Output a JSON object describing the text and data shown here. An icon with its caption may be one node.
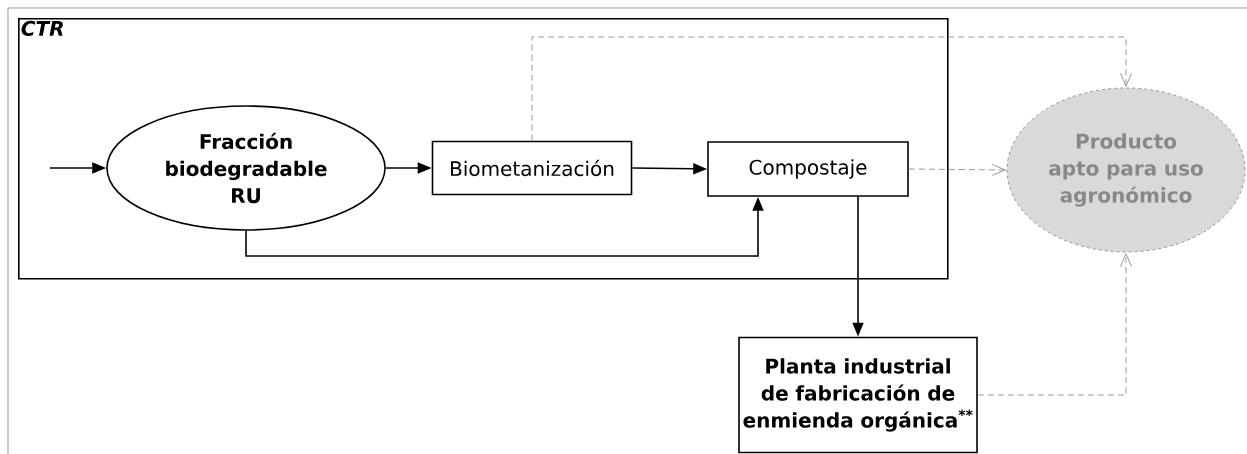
{
  "diagram": {
    "nodes": [
      {
        "text": [
          "CTR"
        ]
      },
      {
        "text": [
          "Fracción biodegradable RU"
        ],
        "in": 0
      },
      {
        "text": [
          "Biometanización"
        ],
        "in": 0
      },
      {
        "text": [
          "Compostaje"
        ],
        "in": 0
      },
      {
        "text": [
          "Producto apto para uso agronómico"
        ]
      },
      {
        "text": [
          "Planta industrial de fabricación de enmienda orgánica$^{**}$"
        ]
      }
    ],
    "edges": [
      {
        "from": null,
        "to": 1,
        "arrow": "to"
      },
      {
        "from": 1,
        "to": 2,
        "arrow": "to"
      },
      {
        "from": 2,
        "to": 3,
        "arrow": "to"
      },
      {
        "from": 1,
        "to": 3,
        "arrow": "to"
      },
      {
        "from": 3,
        "to": 5,
        "arrow": "to"
      },
      {
        "from": 2,
        "to": 4,
        "arrow": "to",
        "style": "dashed",
        "color": "#999999"
      },
      {
        "from": 3,
        "to": 4,
        "arrow": "to",
        "style": "dashed",
        "color": "#999999"
      },
      {
        "from": 5,
        "to": 4,
        "arrow": "to",
        "style": "dashed",
        "color": "#999999"
      }
    ]
  }
}
